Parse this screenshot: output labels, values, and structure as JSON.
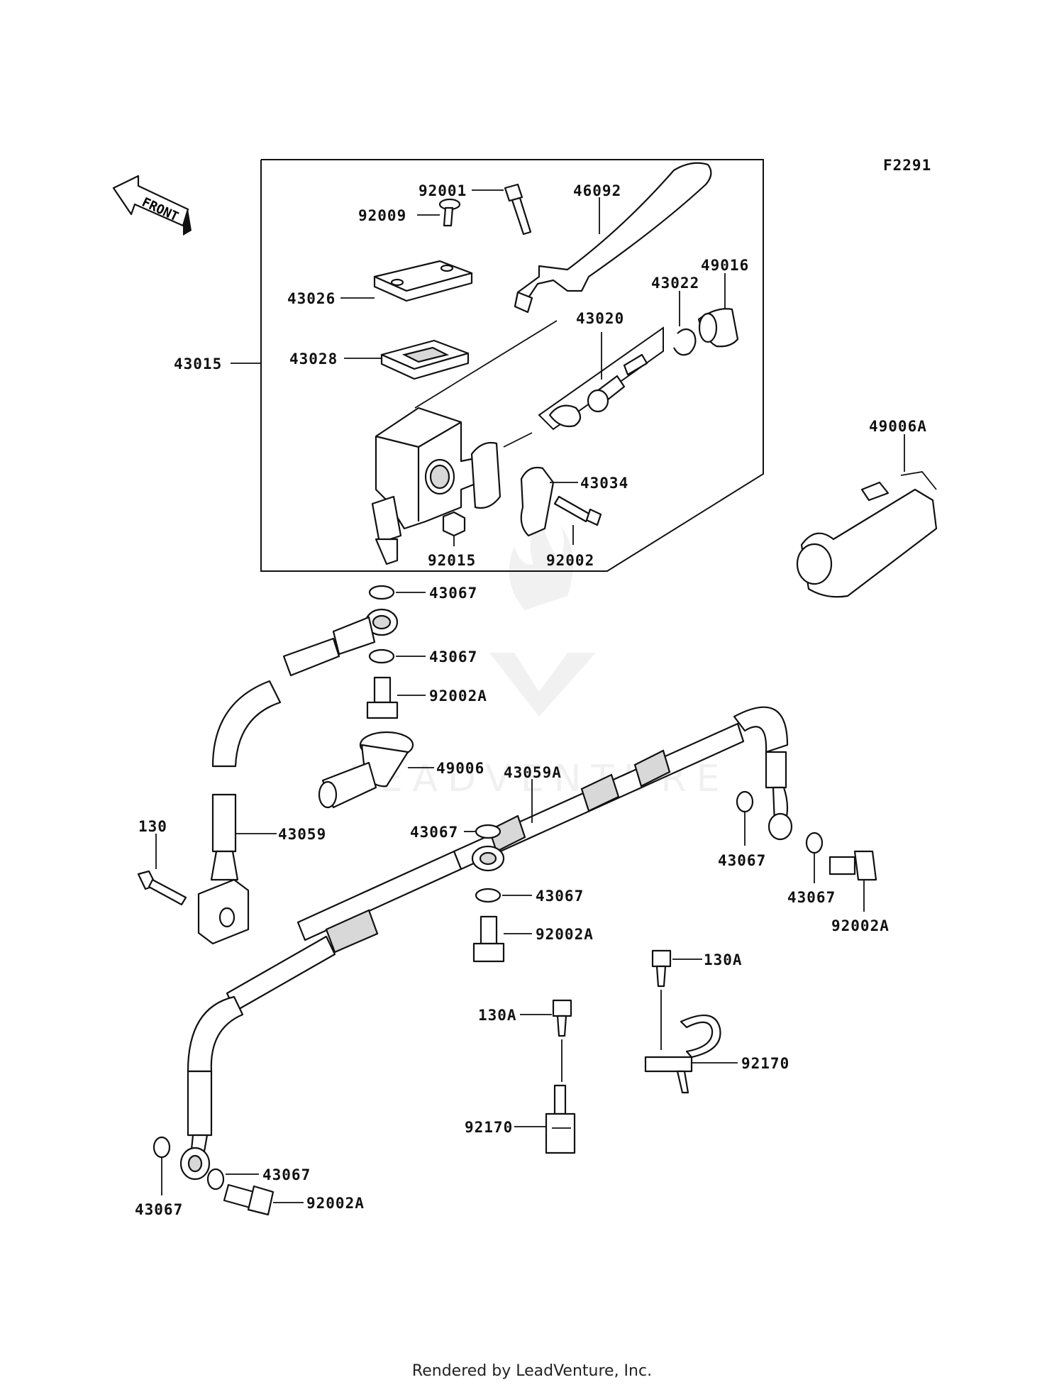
{
  "diagram_code": "F2291",
  "front_label": "FRONT",
  "watermark": "LEADVENTURE",
  "footer": "Rendered by LeadVenture, Inc.",
  "labels": {
    "p92001": "92001",
    "p46092": "46092",
    "p92009": "92009",
    "p49016": "49016",
    "p43022": "43022",
    "p43026": "43026",
    "p43020": "43020",
    "p43015": "43015",
    "p43028": "43028",
    "p49006A": "49006A",
    "p43034": "43034",
    "p92015": "92015",
    "p92002": "92002",
    "p43067a": "43067",
    "p43067b": "43067",
    "p92002Aa": "92002A",
    "p49006": "49006",
    "p43059A": "43059A",
    "p130": "130",
    "p43059": "43059",
    "p43067c": "43067",
    "p43067d": "43067",
    "p43067e": "43067",
    "p43067f": "43067",
    "p92002Ab": "92002A",
    "p92002Ac": "92002A",
    "p130Aa": "130A",
    "p130Ab": "130A",
    "p92170a": "92170",
    "p92170b": "92170",
    "p43067g": "43067",
    "p43067h": "43067",
    "p92002Ad": "92002A"
  }
}
